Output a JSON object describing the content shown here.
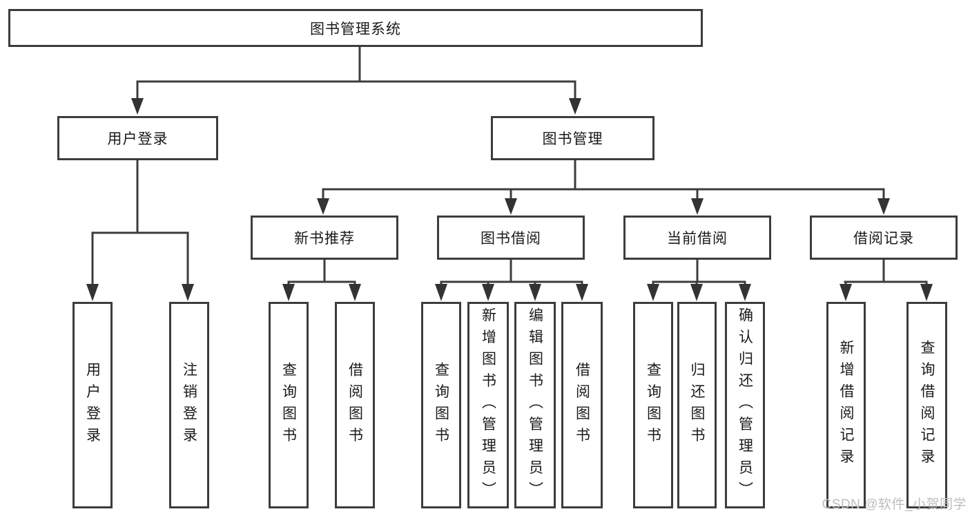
{
  "diagram": {
    "title": "图书管理系统",
    "colors": {
      "line": "#3c3c3c",
      "text": "#1a1a1a",
      "background": "#ffffff",
      "watermark": "#bdbdbd"
    },
    "nodes": {
      "root": {
        "label": "图书管理系统"
      },
      "user_login": {
        "label": "用户登录"
      },
      "book_management": {
        "label": "图书管理"
      },
      "new_book_recommend": {
        "label": "新书推荐"
      },
      "book_borrow": {
        "label": "图书借阅"
      },
      "current_borrow": {
        "label": "当前借阅"
      },
      "borrow_records": {
        "label": "借阅记录"
      },
      "user_login_leaves": [
        {
          "label": "用户登录"
        },
        {
          "label": "注销登录"
        }
      ],
      "recommend_leaves": [
        {
          "label": "查询图书"
        },
        {
          "label": "借阅图书"
        }
      ],
      "borrow_leaves": [
        {
          "label": "查询图书"
        },
        {
          "label": "新增图书（管理员）"
        },
        {
          "label": "编辑图书（管理员）"
        },
        {
          "label": "借阅图书"
        }
      ],
      "current_leaves": [
        {
          "label": "查询图书"
        },
        {
          "label": "归还图书"
        },
        {
          "label": "确认归还（管理员）"
        }
      ],
      "records_leaves": [
        {
          "label": "新增借阅记录"
        },
        {
          "label": "查询借阅记录"
        }
      ]
    }
  },
  "watermark": {
    "text": "CSDN @软件_小贺同学"
  }
}
